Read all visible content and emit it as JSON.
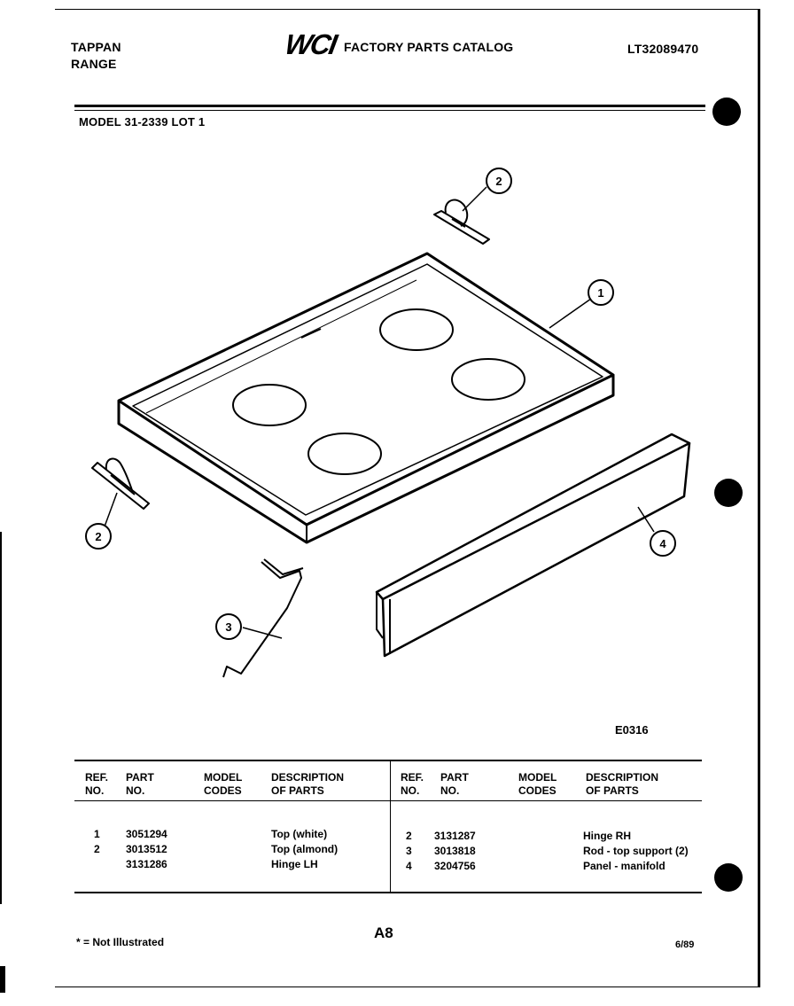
{
  "header": {
    "brand_line1": "TAPPAN",
    "brand_line2": "RANGE",
    "logo": "WCI",
    "catalog_title": "FACTORY PARTS CATALOG",
    "catalog_number": "LT32089470",
    "model": "MODEL 31-2339 LOT 1"
  },
  "figure": {
    "code": "E0316",
    "callouts": [
      "1",
      "2",
      "2",
      "3",
      "4"
    ]
  },
  "table": {
    "headers": {
      "ref": "REF.",
      "ref2": "NO.",
      "part": "PART",
      "part2": "NO.",
      "model": "MODEL",
      "model2_left": "CODES",
      "model2_right": "CODES",
      "desc": "DESCRIPTION",
      "desc2": "OF PARTS"
    },
    "left_rows": [
      {
        "ref": "1",
        "part": "3051294",
        "desc": "Top (white)"
      },
      {
        "ref": "",
        "part": "3013512",
        "desc": "Top (almond)"
      },
      {
        "ref": "2",
        "part": "3131286",
        "desc": "Hinge LH"
      }
    ],
    "right_rows": [
      {
        "ref": "2",
        "part": "3131287",
        "desc": "Hinge RH"
      },
      {
        "ref": "3",
        "part": "3013818",
        "desc": "Rod - top support (2)"
      },
      {
        "ref": "4",
        "part": "3204756",
        "desc": "Panel - manifold"
      }
    ]
  },
  "footer": {
    "note": "* = Not Illustrated",
    "page": "A8",
    "date": "6/89"
  }
}
